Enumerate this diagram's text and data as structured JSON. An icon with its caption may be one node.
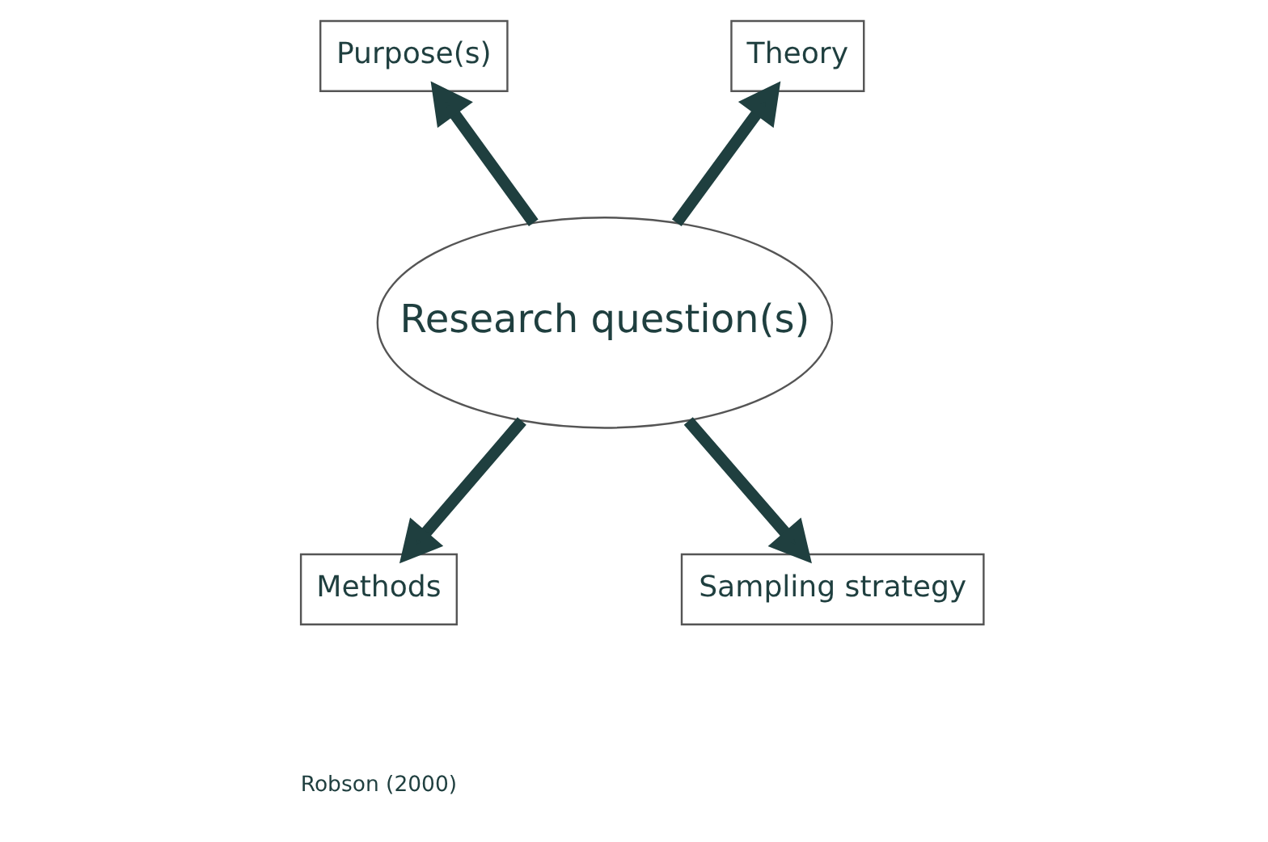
{
  "diagram": {
    "nodes": [
      {
        "text": [
          "Research question(s)"
        ]
      },
      {
        "text": [
          "Purpose(s)"
        ]
      },
      {
        "text": [
          "Theory"
        ]
      },
      {
        "text": [
          "Methods"
        ]
      },
      {
        "text": [
          "Sampling strategy"
        ]
      }
    ],
    "edges": [
      {
        "from": 0,
        "to": 1,
        "arrow": "to"
      },
      {
        "from": 0,
        "to": 2,
        "arrow": "to"
      },
      {
        "from": 0,
        "to": 3,
        "arrow": "to"
      },
      {
        "from": 0,
        "to": 4,
        "arrow": "to"
      }
    ],
    "labels": [
      "Robson (2000)"
    ]
  }
}
